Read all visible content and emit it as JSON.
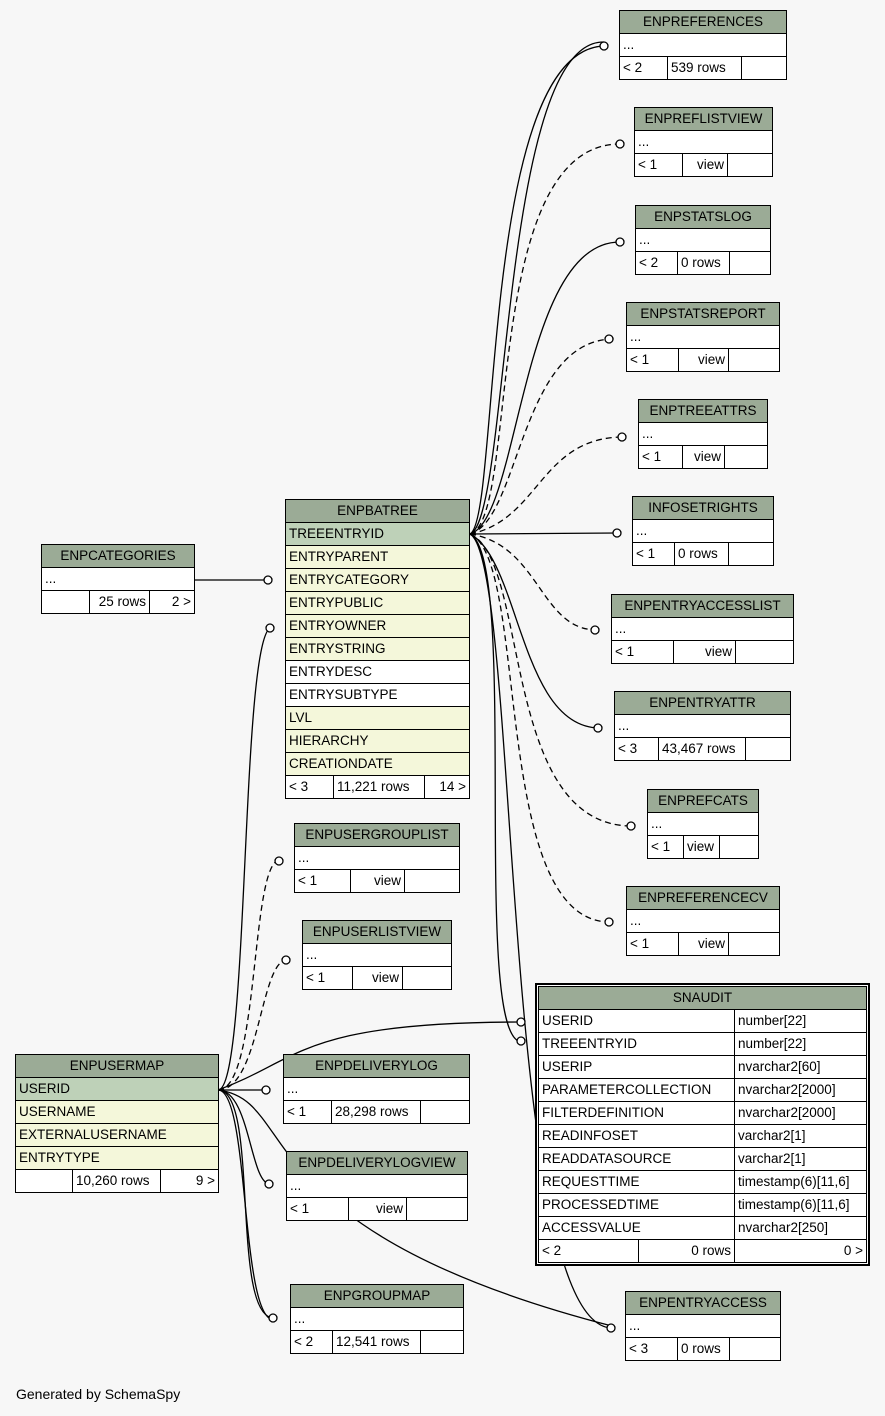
{
  "credit": "Generated by SchemaSpy",
  "tables": {
    "enpreferences": {
      "name": "ENPREFERENCES",
      "dots": "...",
      "parents": "< 2",
      "rows": "539 rows",
      "children": ""
    },
    "enpreflistview": {
      "name": "ENPREFLISTVIEW",
      "dots": "...",
      "parents": "< 1",
      "rows": "view",
      "children": ""
    },
    "enpstatslog": {
      "name": "ENPSTATSLOG",
      "dots": "...",
      "parents": "< 2",
      "rows": "0 rows",
      "children": ""
    },
    "enpstatsreport": {
      "name": "ENPSTATSREPORT",
      "dots": "...",
      "parents": "< 1",
      "rows": "view",
      "children": ""
    },
    "enptreeattrs": {
      "name": "ENPTREEATTRS",
      "dots": "...",
      "parents": "< 1",
      "rows": "view",
      "children": ""
    },
    "infosetrights": {
      "name": "INFOSETRIGHTS",
      "dots": "...",
      "parents": "< 1",
      "rows": "0 rows",
      "children": ""
    },
    "enpentryaccesslist": {
      "name": "ENPENTRYACCESSLIST",
      "dots": "...",
      "parents": "< 1",
      "rows": "view",
      "children": ""
    },
    "enpentryattr": {
      "name": "ENPENTRYATTR",
      "dots": "...",
      "parents": "< 3",
      "rows": "43,467 rows",
      "children": ""
    },
    "enprefcats": {
      "name": "ENPREFCATS",
      "dots": "...",
      "parents": "< 1",
      "rows": "view",
      "children": ""
    },
    "enpreferencecv": {
      "name": "ENPREFERENCECV",
      "dots": "...",
      "parents": "< 1",
      "rows": "view",
      "children": ""
    },
    "enpcategories": {
      "name": "ENPCATEGORIES",
      "dots": "...",
      "parents": "",
      "rows": "25 rows",
      "children": "2 >"
    },
    "enpbatree": {
      "name": "ENPBATREE",
      "columns": [
        "TREEENTRYID",
        "ENTRYPARENT",
        "ENTRYCATEGORY",
        "ENTRYPUBLIC",
        "ENTRYOWNER",
        "ENTRYSTRING",
        "ENTRYDESC",
        "ENTRYSUBTYPE",
        "LVL",
        "HIERARCHY",
        "CREATIONDATE"
      ],
      "parents": "< 3",
      "rows": "11,221 rows",
      "children": "14 >"
    },
    "enpusergrouplist": {
      "name": "ENPUSERGROUPLIST",
      "dots": "...",
      "parents": "< 1",
      "rows": "view",
      "children": ""
    },
    "enpuserlistview": {
      "name": "ENPUSERLISTVIEW",
      "dots": "...",
      "parents": "< 1",
      "rows": "view",
      "children": ""
    },
    "enpusermap": {
      "name": "ENPUSERMAP",
      "columns": [
        "USERID",
        "USERNAME",
        "EXTERNALUSERNAME",
        "ENTRYTYPE"
      ],
      "parents": "",
      "rows": "10,260 rows",
      "children": "9 >"
    },
    "enpdeliverylog": {
      "name": "ENPDELIVERYLOG",
      "dots": "...",
      "parents": "< 1",
      "rows": "28,298 rows",
      "children": ""
    },
    "enpdeliverylogview": {
      "name": "ENPDELIVERYLOGVIEW",
      "dots": "...",
      "parents": "< 1",
      "rows": "view",
      "children": ""
    },
    "enpgroupmap": {
      "name": "ENPGROUPMAP",
      "dots": "...",
      "parents": "< 2",
      "rows": "12,541 rows",
      "children": ""
    },
    "snaudit": {
      "name": "SNAUDIT",
      "columns": [
        {
          "name": "USERID",
          "type": "number[22]"
        },
        {
          "name": "TREEENTRYID",
          "type": "number[22]"
        },
        {
          "name": "USERIP",
          "type": "nvarchar2[60]"
        },
        {
          "name": "PARAMETERCOLLECTION",
          "type": "nvarchar2[2000]"
        },
        {
          "name": "FILTERDEFINITION",
          "type": "nvarchar2[2000]"
        },
        {
          "name": "READINFOSET",
          "type": "varchar2[1]"
        },
        {
          "name": "READDATASOURCE",
          "type": "varchar2[1]"
        },
        {
          "name": "REQUESTTIME",
          "type": "timestamp(6)[11,6]"
        },
        {
          "name": "PROCESSEDTIME",
          "type": "timestamp(6)[11,6]"
        },
        {
          "name": "ACCESSVALUE",
          "type": "nvarchar2[250]"
        }
      ],
      "parents": "< 2",
      "rows": "0 rows",
      "children": "0 >"
    },
    "enpentryaccess": {
      "name": "ENPENTRYACCESS",
      "dots": "...",
      "parents": "< 3",
      "rows": "0 rows",
      "children": ""
    }
  },
  "colors": {
    "header": "#9bab96",
    "primary_key": "#bed1b8",
    "foreign_key": "#f4f7da",
    "background": "#f7f7f7"
  }
}
